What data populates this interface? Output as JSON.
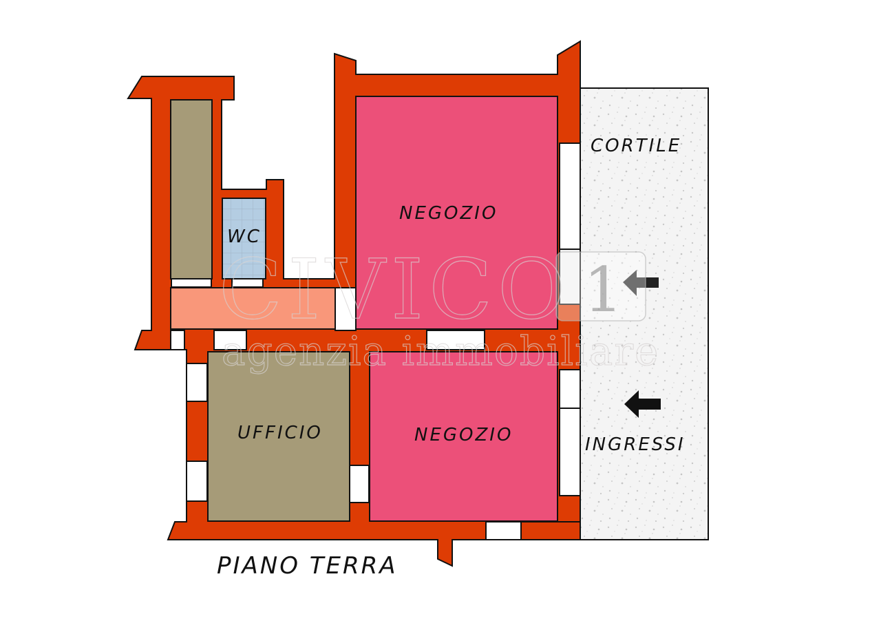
{
  "floor_plan": {
    "title": "PIANO TERRA",
    "rooms": [
      {
        "id": "negozio-top",
        "label": "NEGOZIO",
        "color": "#EC5079"
      },
      {
        "id": "negozio-bottom",
        "label": "NEGOZIO",
        "color": "#EC5079"
      },
      {
        "id": "ufficio",
        "label": "UFFICIO",
        "color": "#A69B78"
      },
      {
        "id": "wc",
        "label": "WC",
        "color": "#B4CDE2"
      },
      {
        "id": "corridor",
        "label": "",
        "color": "#F9977A"
      },
      {
        "id": "storage",
        "label": "",
        "color": "#A69B78"
      }
    ],
    "outdoor": {
      "label": "CORTILE",
      "entrances_label": "INGRESSI",
      "color": "#F3F3F3"
    },
    "wall_color": "#DE3C04",
    "outline_color": "#111111"
  },
  "watermark": {
    "brand": "CIVICO",
    "number": "1",
    "tagline": "agenzia immobiliare"
  }
}
